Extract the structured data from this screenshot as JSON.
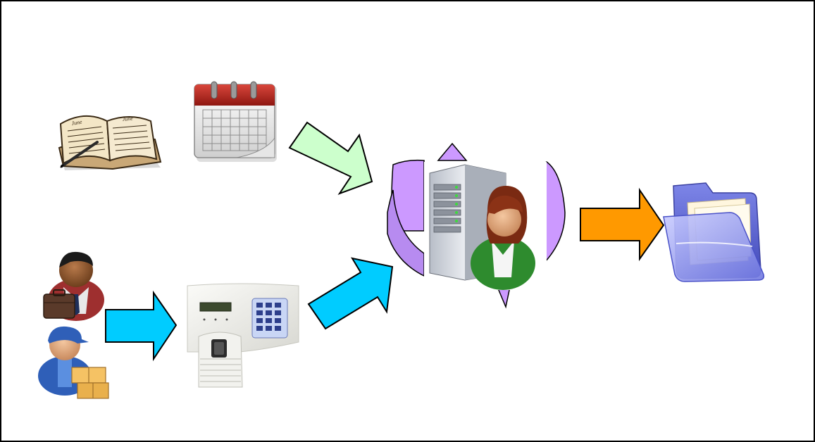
{
  "diagram": {
    "nodes": [
      {
        "id": "diary",
        "icon": "open-diary-icon"
      },
      {
        "id": "calendar",
        "icon": "calendar-icon"
      },
      {
        "id": "businessman",
        "icon": "businessman-icon"
      },
      {
        "id": "delivery-worker",
        "icon": "delivery-worker-icon"
      },
      {
        "id": "fingerprint-terminal",
        "icon": "fingerprint-terminal-icon"
      },
      {
        "id": "server-admin",
        "icon": "server-admin-icon"
      },
      {
        "id": "folder",
        "icon": "open-folder-icon"
      }
    ],
    "edges": [
      {
        "from": "calendar",
        "to": "server-admin",
        "color": "#ccffcc"
      },
      {
        "from": "businessman",
        "to": "fingerprint-terminal",
        "color": "#00ccff"
      },
      {
        "from": "fingerprint-terminal",
        "to": "server-admin",
        "color": "#00ccff"
      },
      {
        "from": "server-admin",
        "to": "folder",
        "color": "#ff9900"
      }
    ],
    "cycle_color": "#cc99ff"
  },
  "diary_text": {
    "left_page": "June",
    "right_page": "June"
  }
}
